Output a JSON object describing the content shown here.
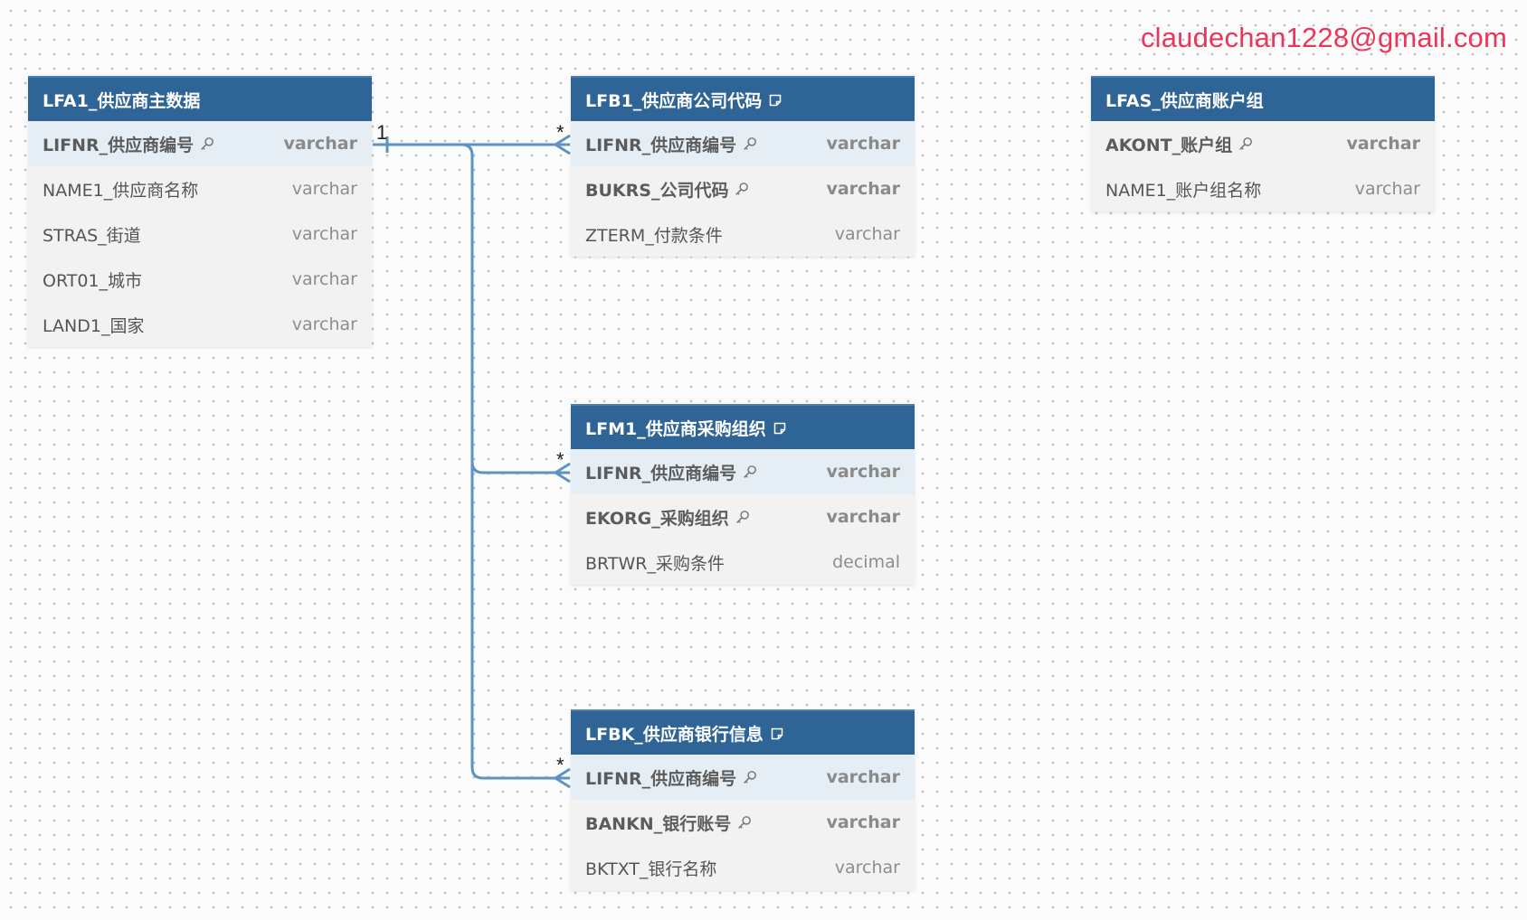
{
  "watermark": "claudechan1228@gmail.com",
  "colors": {
    "header": "#2f6496",
    "connector": "#5b93c4",
    "watermark": "#e8375a"
  },
  "tables": {
    "lfa1": {
      "title": "LFA1_供应商主数据",
      "has_note": false,
      "columns": [
        {
          "name": "LIFNR_供应商编号",
          "type": "varchar",
          "key": true,
          "primary": true
        },
        {
          "name": "NAME1_供应商名称",
          "type": "varchar",
          "key": false,
          "primary": false
        },
        {
          "name": "STRAS_街道",
          "type": "varchar",
          "key": false,
          "primary": false
        },
        {
          "name": "ORT01_城市",
          "type": "varchar",
          "key": false,
          "primary": false
        },
        {
          "name": "LAND1_国家",
          "type": "varchar",
          "key": false,
          "primary": false
        }
      ]
    },
    "lfb1": {
      "title": "LFB1_供应商公司代码",
      "has_note": true,
      "columns": [
        {
          "name": "LIFNR_供应商编号",
          "type": "varchar",
          "key": true,
          "primary": true
        },
        {
          "name": "BUKRS_公司代码",
          "type": "varchar",
          "key": true,
          "primary": false
        },
        {
          "name": "ZTERM_付款条件",
          "type": "varchar",
          "key": false,
          "primary": false
        }
      ]
    },
    "lfas": {
      "title": "LFAS_供应商账户组",
      "has_note": false,
      "columns": [
        {
          "name": "AKONT_账户组",
          "type": "varchar",
          "key": true,
          "primary": true
        },
        {
          "name": "NAME1_账户组名称",
          "type": "varchar",
          "key": false,
          "primary": false
        }
      ]
    },
    "lfm1": {
      "title": "LFM1_供应商采购组织",
      "has_note": true,
      "columns": [
        {
          "name": "LIFNR_供应商编号",
          "type": "varchar",
          "key": true,
          "primary": true
        },
        {
          "name": "EKORG_采购组织",
          "type": "varchar",
          "key": true,
          "primary": false
        },
        {
          "name": "BRTWR_采购条件",
          "type": "decimal",
          "key": false,
          "primary": false
        }
      ]
    },
    "lfbk": {
      "title": "LFBK_供应商银行信息",
      "has_note": true,
      "columns": [
        {
          "name": "LIFNR_供应商编号",
          "type": "varchar",
          "key": true,
          "primary": true
        },
        {
          "name": "BANKN_银行账号",
          "type": "varchar",
          "key": true,
          "primary": false
        },
        {
          "name": "BKTXT_银行名称",
          "type": "varchar",
          "key": false,
          "primary": false
        }
      ]
    }
  },
  "relations": [
    {
      "from": "LFA1_供应商主数据.LIFNR_供应商编号",
      "to": "LFB1_供应商公司代码.LIFNR_供应商编号",
      "from_card": "1",
      "to_card": "*"
    },
    {
      "from": "LFA1_供应商主数据.LIFNR_供应商编号",
      "to": "LFM1_供应商采购组织.LIFNR_供应商编号",
      "from_card": "1",
      "to_card": "*"
    },
    {
      "from": "LFA1_供应商主数据.LIFNR_供应商编号",
      "to": "LFBK_供应商银行信息.LIFNR_供应商编号",
      "from_card": "1",
      "to_card": "*"
    }
  ]
}
